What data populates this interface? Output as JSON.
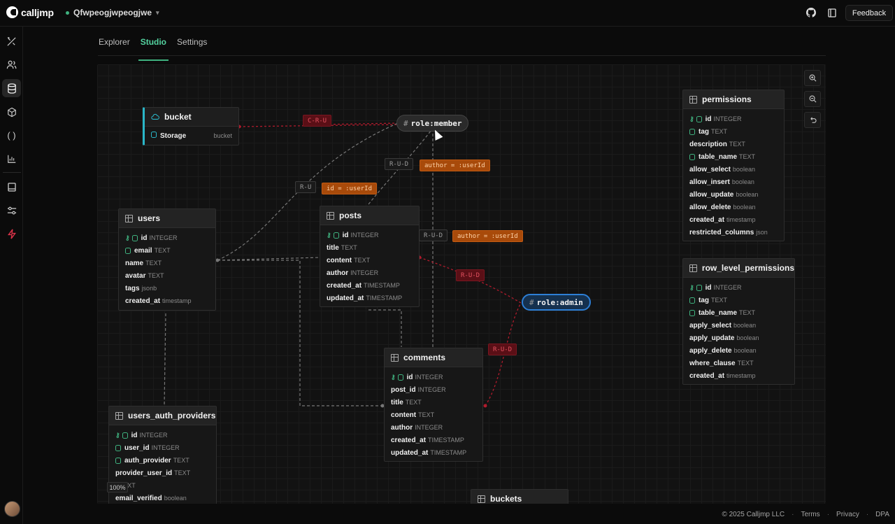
{
  "app": {
    "name": "calljmp",
    "project": "Qfwpeogjwpeogjwe",
    "feedback_label": "Feedback"
  },
  "tabs": [
    {
      "label": "Explorer",
      "active": false
    },
    {
      "label": "Studio",
      "active": true
    },
    {
      "label": "Settings",
      "active": false
    }
  ],
  "sidebar": {
    "items": [
      {
        "icon": "tools-icon"
      },
      {
        "icon": "users-icon"
      },
      {
        "icon": "database-icon",
        "active": true
      },
      {
        "icon": "cube-icon"
      },
      {
        "icon": "code-braces-icon"
      },
      {
        "icon": "chart-icon"
      },
      {
        "icon": "book-icon"
      },
      {
        "icon": "sliders-icon"
      },
      {
        "icon": "bolt-icon"
      }
    ]
  },
  "canvas": {
    "zoom_label": "100%",
    "tables": {
      "bucket": {
        "title": "bucket",
        "rows": [
          {
            "name": "Storage",
            "type": "bucket"
          }
        ]
      },
      "users": {
        "title": "users",
        "rows": [
          {
            "name": "id",
            "type": "INTEGER",
            "pk": true,
            "indexed": true
          },
          {
            "name": "email",
            "type": "TEXT",
            "indexed": true
          },
          {
            "name": "name",
            "type": "TEXT"
          },
          {
            "name": "avatar",
            "type": "TEXT"
          },
          {
            "name": "tags",
            "type": "jsonb"
          },
          {
            "name": "created_at",
            "type": "timestamp"
          }
        ]
      },
      "posts": {
        "title": "posts",
        "rows": [
          {
            "name": "id",
            "type": "INTEGER",
            "pk": true,
            "indexed": true
          },
          {
            "name": "title",
            "type": "TEXT"
          },
          {
            "name": "content",
            "type": "TEXT"
          },
          {
            "name": "author",
            "type": "INTEGER"
          },
          {
            "name": "created_at",
            "type": "TIMESTAMP"
          },
          {
            "name": "updated_at",
            "type": "TIMESTAMP"
          }
        ]
      },
      "comments": {
        "title": "comments",
        "rows": [
          {
            "name": "id",
            "type": "INTEGER",
            "pk": true,
            "indexed": true
          },
          {
            "name": "post_id",
            "type": "INTEGER"
          },
          {
            "name": "title",
            "type": "TEXT"
          },
          {
            "name": "content",
            "type": "TEXT"
          },
          {
            "name": "author",
            "type": "INTEGER"
          },
          {
            "name": "created_at",
            "type": "TIMESTAMP"
          },
          {
            "name": "updated_at",
            "type": "TIMESTAMP"
          }
        ]
      },
      "users_auth_providers": {
        "title": "users_auth_providers",
        "rows": [
          {
            "name": "id",
            "type": "INTEGER",
            "pk": true,
            "indexed": true
          },
          {
            "name": "user_id",
            "type": "INTEGER",
            "indexed": true
          },
          {
            "name": "auth_provider",
            "type": "TEXT",
            "indexed": true
          },
          {
            "name": "provider_user_id",
            "type": "TEXT"
          },
          {
            "name": "l",
            "type": "TEXT"
          },
          {
            "name": "email_verified",
            "type": "boolean"
          }
        ]
      },
      "permissions": {
        "title": "permissions",
        "rows": [
          {
            "name": "id",
            "type": "INTEGER",
            "pk": true,
            "indexed": true
          },
          {
            "name": "tag",
            "type": "TEXT",
            "indexed": true
          },
          {
            "name": "description",
            "type": "TEXT"
          },
          {
            "name": "table_name",
            "type": "TEXT",
            "indexed": true
          },
          {
            "name": "allow_select",
            "type": "boolean"
          },
          {
            "name": "allow_insert",
            "type": "boolean"
          },
          {
            "name": "allow_update",
            "type": "boolean"
          },
          {
            "name": "allow_delete",
            "type": "boolean"
          },
          {
            "name": "created_at",
            "type": "timestamp"
          },
          {
            "name": "restricted_columns",
            "type": "json"
          }
        ]
      },
      "row_level_permissions": {
        "title": "row_level_permissions",
        "rows": [
          {
            "name": "id",
            "type": "INTEGER",
            "pk": true,
            "indexed": true
          },
          {
            "name": "tag",
            "type": "TEXT",
            "indexed": true
          },
          {
            "name": "table_name",
            "type": "TEXT",
            "indexed": true
          },
          {
            "name": "apply_select",
            "type": "boolean"
          },
          {
            "name": "apply_update",
            "type": "boolean"
          },
          {
            "name": "apply_delete",
            "type": "boolean"
          },
          {
            "name": "where_clause",
            "type": "TEXT"
          },
          {
            "name": "created_at",
            "type": "timestamp"
          }
        ]
      },
      "buckets": {
        "title": "buckets",
        "rows": []
      }
    },
    "roles": {
      "member": "role:member",
      "admin": "role:admin",
      "hash": "#"
    },
    "badges": {
      "cru": "C-R-U",
      "ru": "R-U",
      "rud_member": "R-U-D",
      "rud_posts": "R-U-D",
      "rud_admin_posts": "R-U-D",
      "rud_admin_comments": "R-U-D",
      "id_userid": "id = :userId",
      "author_userid_1": "author = :userId",
      "author_userid_2": "author = :userId"
    }
  },
  "footer": {
    "copyright": "© 2025 Calljmp LLC",
    "links": [
      "Terms",
      "Privacy",
      "DPA"
    ]
  }
}
